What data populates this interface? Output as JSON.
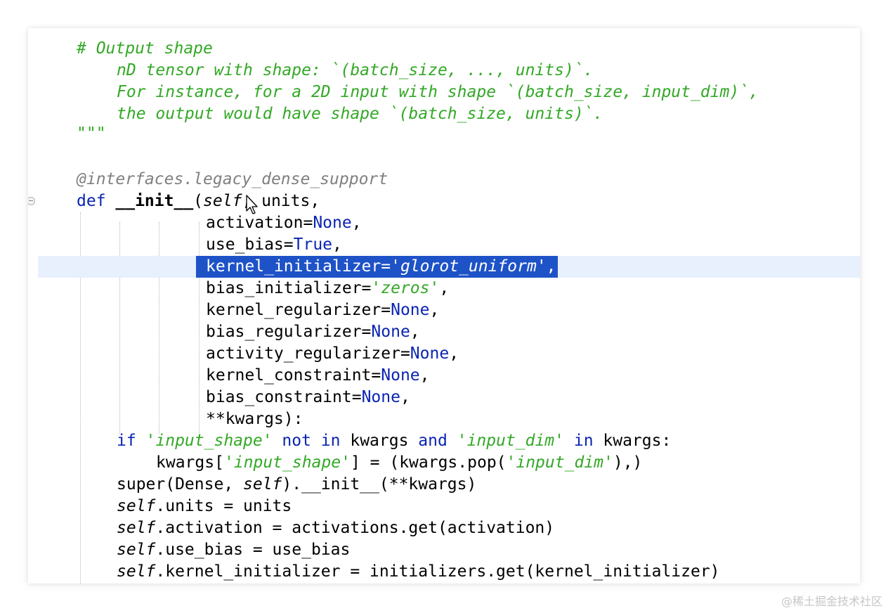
{
  "editor": {
    "lines": {
      "l1": "# Output shape",
      "l2": "nD tensor with shape: `(batch_size, ..., units)`.",
      "l3": "For instance, for a 2D input with shape `(batch_size, input_dim)`,",
      "l4": "the output would have shape `(batch_size, units)`.",
      "l5": "\"\"\"",
      "l7": "@interfaces.legacy_dense_support",
      "l8_def": "def ",
      "l8_name": "__init__",
      "l8_open": "(",
      "l8_self": "self",
      "l8_rest": ", units,",
      "l9_name": "activation=",
      "l9_val": "None",
      "l9_end": ",",
      "l10_name": "use_bias=",
      "l10_val": "True",
      "l10_end": ",",
      "l11_name": "kernel_initializer=",
      "l11_val": "'glorot_uniform'",
      "l11_end": ",",
      "l12_name": "bias_initializer=",
      "l12_val": "'zeros'",
      "l12_end": ",",
      "l13_name": "kernel_regularizer=",
      "l13_val": "None",
      "l13_end": ",",
      "l14_name": "bias_regularizer=",
      "l14_val": "None",
      "l14_end": ",",
      "l15_name": "activity_regularizer=",
      "l15_val": "None",
      "l15_end": ",",
      "l16_name": "kernel_constraint=",
      "l16_val": "None",
      "l16_end": ",",
      "l17_name": "bias_constraint=",
      "l17_val": "None",
      "l17_end": ",",
      "l18": "**kwargs):",
      "l19_if": "if ",
      "l19_s1": "'input_shape'",
      "l19_not": " not in ",
      "l19_kw1": "kwargs ",
      "l19_and": "and ",
      "l19_s2": "'input_dim'",
      "l19_in": " in ",
      "l19_kw2": "kwargs:",
      "l20_a": "kwargs[",
      "l20_s1": "'input_shape'",
      "l20_b": "] = (kwargs.pop(",
      "l20_s2": "'input_dim'",
      "l20_c": "),)",
      "l21_a": "super(Dense, ",
      "l21_self": "self",
      "l21_b": ").__init__(**kwargs)",
      "l22_self": "self",
      "l22_b": ".units = units",
      "l23_self": "self",
      "l23_b": ".activation = activations.get(activation)",
      "l24_self": "self",
      "l24_b": ".use_bias = use_bias",
      "l25_self": "self",
      "l25_b": ".kernel_initializer = initializers.get(kernel_initializer)"
    },
    "colors": {
      "comment": "#33a826",
      "keyword": "#0b24b3",
      "decorator": "#808080",
      "selection": "#1e52c7",
      "current_line": "#e8f0fd"
    }
  },
  "watermark": "@稀土掘金技术社区"
}
